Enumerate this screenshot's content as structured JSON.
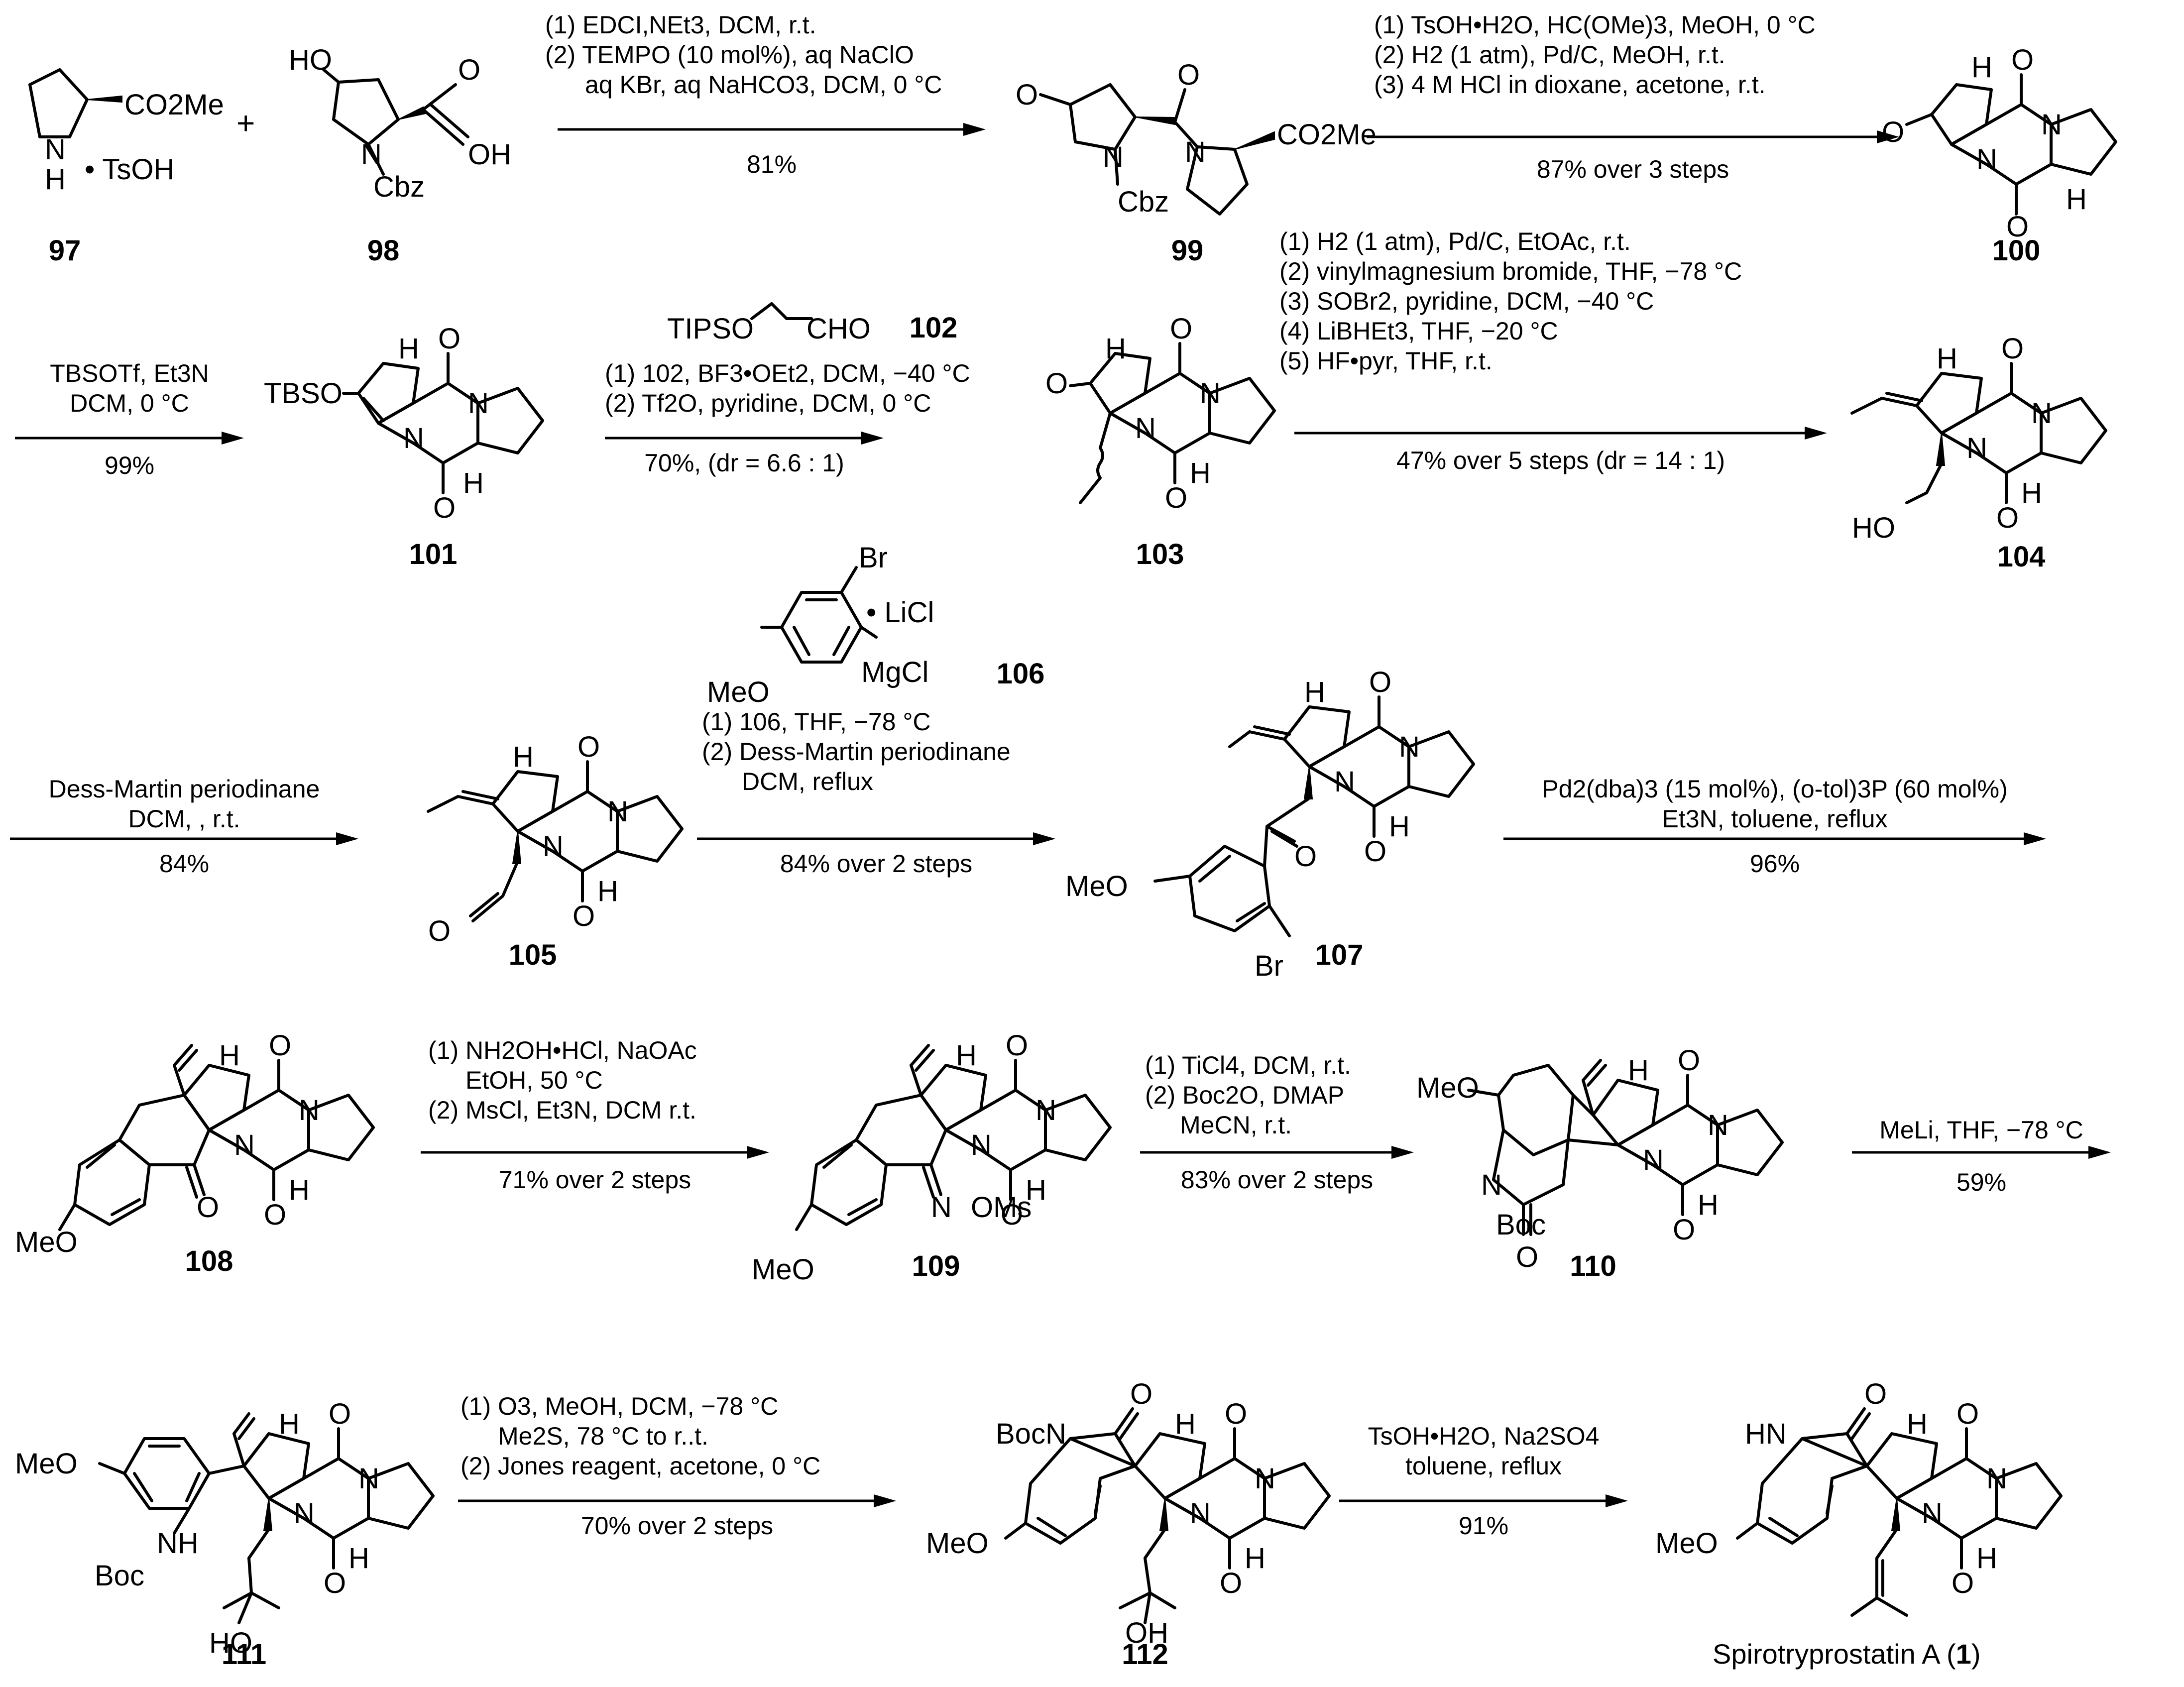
{
  "compounds": {
    "c97": {
      "number": "97",
      "labels": [
        "CO2Me",
        "N",
        "H",
        "• TsOH"
      ]
    },
    "c98": {
      "number": "98",
      "labels": [
        "HO",
        "OH",
        "O",
        "N",
        "Cbz"
      ]
    },
    "c99": {
      "number": "99",
      "labels": [
        "O",
        "N",
        "Cbz",
        "O",
        "N",
        "CO2Me"
      ]
    },
    "c100": {
      "number": "100",
      "labels": [
        "O",
        "O",
        "O",
        "N",
        "N",
        "H",
        "H"
      ]
    },
    "c101": {
      "number": "101",
      "labels": [
        "TBSO",
        "O",
        "O",
        "N",
        "N",
        "H",
        "H"
      ]
    },
    "c102": {
      "number": "102",
      "labels": [
        "TIPSO",
        "CHO"
      ]
    },
    "c103": {
      "number": "103",
      "labels": [
        "O",
        "O",
        "O",
        "N",
        "N",
        "H",
        "H"
      ]
    },
    "c104": {
      "number": "104",
      "labels": [
        "HO",
        "O",
        "O",
        "N",
        "N",
        "H",
        "H"
      ]
    },
    "c105": {
      "number": "105",
      "labels": [
        "O",
        "O",
        "O",
        "N",
        "N",
        "H",
        "H"
      ]
    },
    "c106": {
      "number": "106",
      "labels": [
        "MeO",
        "Br",
        "MgCl",
        "• LiCl"
      ]
    },
    "c107": {
      "number": "107",
      "labels": [
        "MeO",
        "Br",
        "O",
        "O",
        "O",
        "N",
        "N",
        "H",
        "H"
      ]
    },
    "c108": {
      "number": "108",
      "labels": [
        "MeO",
        "O",
        "O",
        "O",
        "N",
        "N",
        "H",
        "H"
      ]
    },
    "c109": {
      "number": "109",
      "labels": [
        "MeO",
        "N",
        "OMs",
        "O",
        "O",
        "N",
        "N",
        "H",
        "H"
      ]
    },
    "c110": {
      "number": "110",
      "labels": [
        "MeO",
        "N",
        "Boc",
        "O",
        "O",
        "O",
        "N",
        "N",
        "H",
        "H"
      ]
    },
    "c111": {
      "number": "111",
      "labels": [
        "MeO",
        "NH",
        "Boc",
        "HO",
        "O",
        "O",
        "N",
        "N",
        "H",
        "H"
      ]
    },
    "c112": {
      "number": "112",
      "labels": [
        "BocN",
        "MeO",
        "O",
        "OH",
        "O",
        "O",
        "N",
        "N",
        "H",
        "H"
      ]
    },
    "c1": {
      "name": "Spirotryprostatin A (",
      "number": "1",
      "close": ")",
      "labels": [
        "HN",
        "O",
        "MeO",
        "O",
        "O",
        "N",
        "N",
        "H",
        "H"
      ]
    }
  },
  "reactions": {
    "r1": {
      "above": [
        "(1) EDCI,NEt3, DCM, r.t.",
        "(2) TEMPO (10 mol%), aq NaClO",
        "aq KBr, aq NaHCO3, DCM, 0 °C"
      ],
      "below": [
        "81%"
      ]
    },
    "r2": {
      "above": [
        "(1) TsOH•H2O, HC(OMe)3, MeOH, 0 °C",
        "(2) H2 (1 atm), Pd/C, MeOH, r.t.",
        "(3) 4 M HCl in dioxane, acetone, r.t."
      ],
      "below": [
        "87% over 3 steps"
      ]
    },
    "r3": {
      "above": [
        "TBSOTf, Et3N",
        "DCM, 0 °C"
      ],
      "below": [
        "99%"
      ]
    },
    "r4": {
      "above": [
        "(1) 102, BF3•OEt2, DCM, −40 °C",
        "(2) Tf2O, pyridine, DCM, 0 °C"
      ],
      "below": [
        "70%, (dr = 6.6 : 1)"
      ]
    },
    "r5": {
      "above": [
        "(1) H2 (1 atm), Pd/C, EtOAc, r.t.",
        "(2) vinylmagnesium bromide, THF, −78 °C",
        "(3) SOBr2, pyridine, DCM, −40 °C",
        "(4) LiBHEt3, THF, −20 °C",
        "(5) HF•pyr, THF, r.t."
      ],
      "below": [
        "47% over 5 steps (dr = 14 : 1)"
      ]
    },
    "r6": {
      "above": [
        "Dess-Martin periodinane",
        "DCM, , r.t."
      ],
      "below": [
        "84%"
      ]
    },
    "r7": {
      "above": [
        "(1) 106, THF, −78 °C",
        "(2) Dess-Martin periodinane",
        "DCM, reflux"
      ],
      "below": [
        "84% over 2 steps"
      ]
    },
    "r8": {
      "above": [
        "Pd2(dba)3 (15 mol%), (o-tol)3P (60 mol%)",
        "Et3N, toluene, reflux"
      ],
      "below": [
        "96%"
      ]
    },
    "r9": {
      "above": [
        "(1) NH2OH•HCl, NaOAc",
        "EtOH, 50 °C",
        "(2)  MsCl, Et3N, DCM r.t."
      ],
      "below": [
        "71% over 2 steps"
      ]
    },
    "r10": {
      "above": [
        "(1) TiCl4, DCM, r.t.",
        "(2) Boc2O, DMAP",
        "MeCN, r.t."
      ],
      "below": [
        "83% over 2 steps"
      ]
    },
    "r11": {
      "above": [
        "MeLi, THF, −78 °C"
      ],
      "below": [
        "59%"
      ]
    },
    "r12": {
      "above": [
        "(1) O3, MeOH, DCM, −78 °C",
        "Me2S, 78 °C to r..t.",
        "(2) Jones reagent, acetone, 0 °C"
      ],
      "below": [
        "70% over 2 steps"
      ]
    },
    "r13": {
      "above": [
        "TsOH•H2O, Na2SO4",
        "toluene, reflux"
      ],
      "below": [
        "91%"
      ]
    }
  },
  "plus_sign": "+"
}
